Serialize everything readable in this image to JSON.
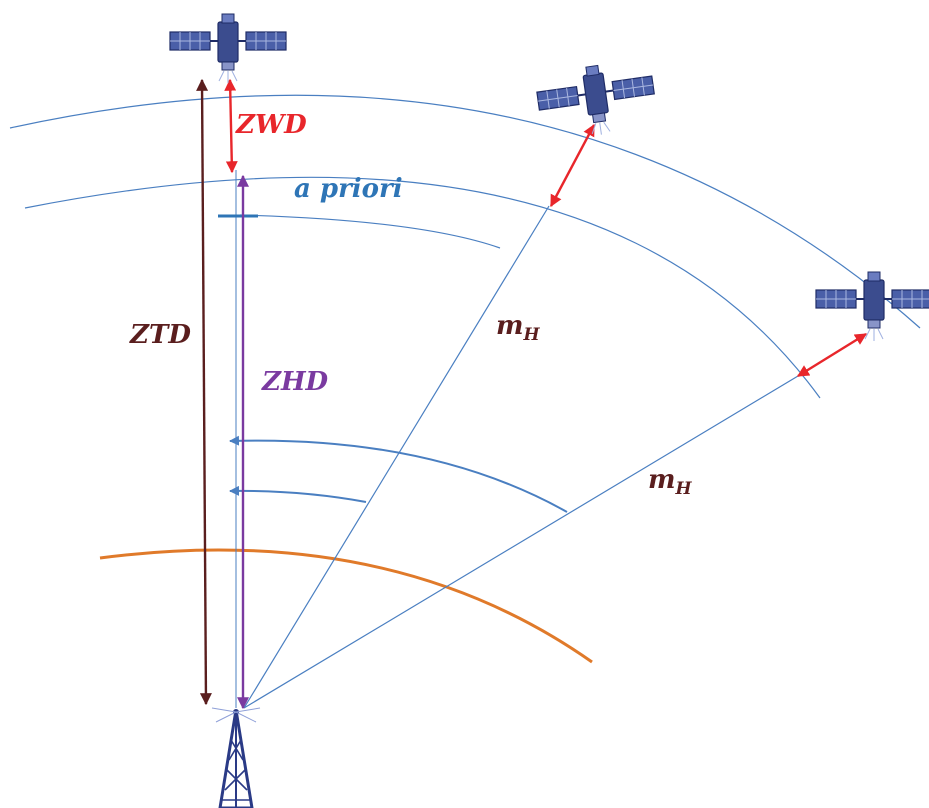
{
  "labels": {
    "zwd": "ZWD",
    "a_priori": "a priori",
    "ztd": "ZTD",
    "zhd": "ZHD",
    "m_h_upper": {
      "main": "m",
      "sub": "H"
    },
    "m_h_lower": {
      "main": "m",
      "sub": "H"
    }
  },
  "colors": {
    "atmosphere_arc": "#4a7fc1",
    "ground_arc": "#e07a2a",
    "zwd": "#e8262b",
    "ztd": "#5a1e1e",
    "zhd": "#7a3aa0",
    "a_priori": "#2e75b6",
    "m_h": "#5a1e1e",
    "satellite": "#2c3f7e",
    "tower": "#2a3a86"
  },
  "icons": [
    "satellite-icon",
    "satellite-icon",
    "satellite-icon",
    "antenna-tower-icon"
  ]
}
